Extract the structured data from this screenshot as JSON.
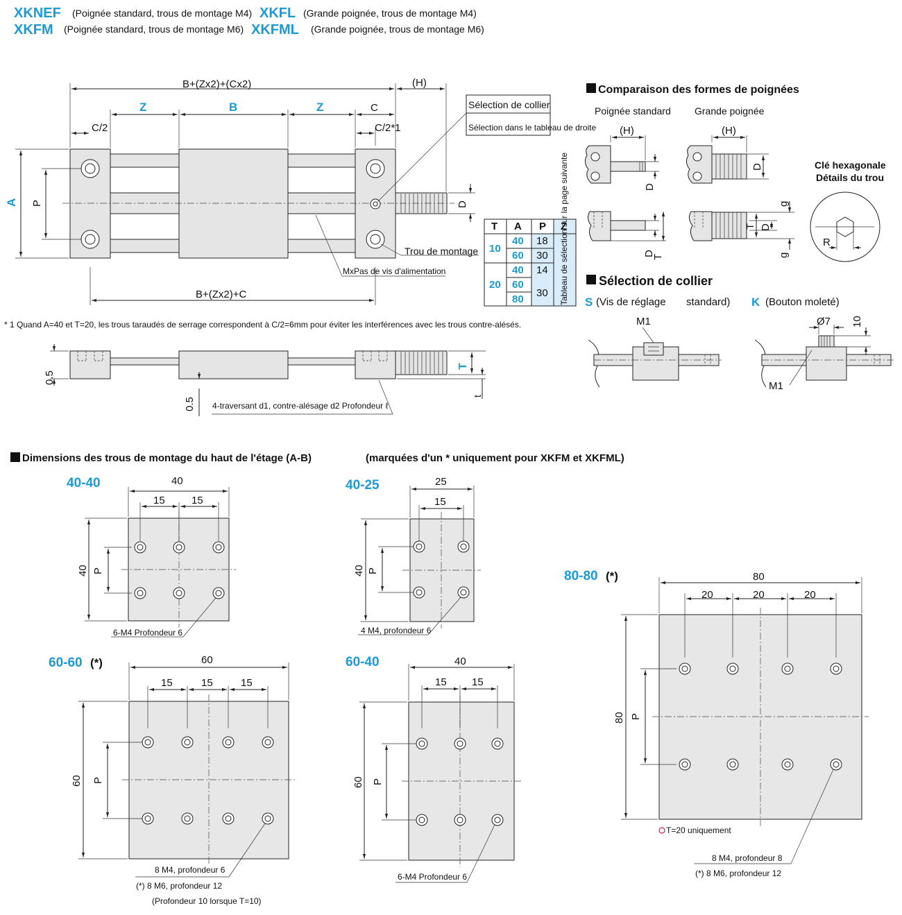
{
  "header": {
    "line1": [
      {
        "code": "XKNEF",
        "desc": "(Poignée standard, trous de montage M4)"
      },
      {
        "code": "XKFL",
        "desc": "(Grande poignée, trous de montage M4)"
      }
    ],
    "line2": [
      {
        "code": "XKFM",
        "desc": "(Poignée standard, trous de montage M6)"
      },
      {
        "code": "XKFML",
        "desc": "(Grande poignée, trous de montage M6)"
      }
    ]
  },
  "main_drawing": {
    "dim_total": "B+(Zx2)+(Cx2)",
    "dim_h": "(H)",
    "dim_z": "Z",
    "dim_b": "B",
    "dim_c": "C",
    "dim_c2": "C/2",
    "dim_c2_note": "C/2*1",
    "dim_a": "A",
    "dim_p": "P",
    "dim_d": "D",
    "dim_bottom": "B+(Zx2)+C",
    "collar_box_title": "Sélection de collier",
    "collar_box_note": "Sélection dans le tableau de droite",
    "mount_hole": "Trou de montage",
    "feed_screw": "MxPas de vis d'alimentation"
  },
  "footnote": "* 1 Quand A=40 et T=20, les trous taraudés de serrage correspondent à C/2=6mm pour éviter les interférences avec les trous contre-alésés.",
  "side_view": {
    "dim_05a": "0.5",
    "dim_05b": "0.5",
    "dim_t": "T",
    "dim_tt": "t",
    "through_note": "4-traversant d1, contre-alésage d2 Profondeur ℓ"
  },
  "tpz_table": {
    "headers": [
      "T",
      "A",
      "P",
      "Z"
    ],
    "rows": [
      {
        "t": "10",
        "a": "40",
        "p": "18"
      },
      {
        "t": "",
        "a": "60",
        "p": "30"
      },
      {
        "t": "20",
        "a": "40",
        "p": "14"
      },
      {
        "t": "",
        "a": "60",
        "p": "30"
      },
      {
        "t": "",
        "a": "80",
        "p": ""
      }
    ],
    "z_note": "Tableau de sélection sur la page suivante"
  },
  "handle_compare": {
    "title": "Comparaison des formes de poignées",
    "standard": "Poignée standard",
    "large": "Grande poignée",
    "h": "(H)",
    "d": "D",
    "t": "T",
    "g": "g",
    "hex_title1": "Clé hexagonale",
    "hex_title2": "Détails du trou",
    "r": "R"
  },
  "collar_select": {
    "title": "Sélection de collier",
    "s_code": "S",
    "s_desc": "(Vis de réglage",
    "s_std": "standard)",
    "k_code": "K",
    "k_desc": "(Bouton moleté)",
    "m1": "M1",
    "phi7": "Ø7",
    "ten": "10"
  },
  "holes_section": {
    "title_bold": "Dimensions des trous de montage du haut de l'étage (A-B)",
    "title_rest": "(marquées d'un * uniquement pour XKFM et XKFML)",
    "p": "P",
    "plates": [
      {
        "label": "40-40",
        "star": "",
        "width": "40",
        "pitch": [
          "15",
          "15"
        ],
        "height": "40",
        "note1": "6-M4 Profondeur 6"
      },
      {
        "label": "40-25",
        "star": "",
        "width": "25",
        "pitch": [
          "15"
        ],
        "height": "40",
        "note1": "4 M4, profondeur 6"
      },
      {
        "label": "60-60",
        "star": "(*)",
        "width": "60",
        "pitch": [
          "15",
          "15",
          "15"
        ],
        "height": "60",
        "note1": "8 M4, profondeur 6",
        "note2": "(*) 8 M6, profondeur 12",
        "note3": "(Profondeur 10 lorsque T=10)"
      },
      {
        "label": "60-40",
        "star": "",
        "width": "40",
        "pitch": [
          "15",
          "15"
        ],
        "height": "60",
        "note1": "6-M4 Profondeur 6"
      },
      {
        "label": "80-80",
        "star": "(*)",
        "width": "80",
        "pitch": [
          "20",
          "20",
          "20"
        ],
        "height": "80",
        "note1": "8 M4, profondeur 8",
        "note2": "(*) 8 M6, profondeur 12",
        "tnote": "T=20 uniquement"
      }
    ]
  }
}
